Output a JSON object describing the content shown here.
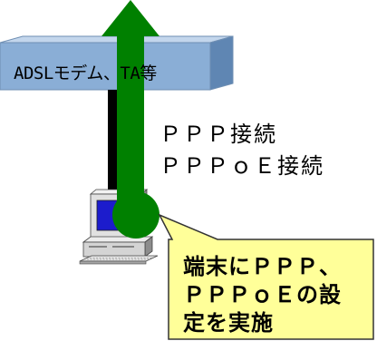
{
  "modem_box": {
    "label": "ADSLモデム、TA等"
  },
  "connection_labels": {
    "line1": "ＰＰＰ接続",
    "line2": "ＰＰＰｏＥ接続"
  },
  "callout": {
    "lines": [
      "端末にＰＰＰ、",
      "ＰＰＰｏＥの設",
      "定を実施"
    ]
  },
  "colors": {
    "modem_box": "#8aaed6",
    "arrow": "#008000",
    "cable": "#000000",
    "callout_fill": "#ffff99",
    "callout_border": "#333333",
    "monitor_screen": "#1c1ccc"
  },
  "icons": {
    "terminal": "desktop-computer-icon",
    "arrow": "up-arrow-icon"
  }
}
